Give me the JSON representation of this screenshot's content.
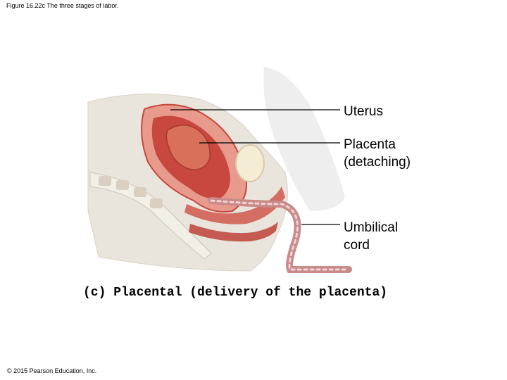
{
  "figure_title": "Figure 16.22c The three stages of labor.",
  "labels": {
    "uterus": "Uterus",
    "placenta_line1": "Placenta",
    "placenta_line2": "(detaching)",
    "cord_line1": "Umbilical",
    "cord_line2": "cord"
  },
  "caption": "(c) Placental (delivery of the placenta)",
  "copyright": "© 2015 Pearson Education, Inc.",
  "colors": {
    "tissue_bg": "#e9e4dc",
    "uterus_wall": "#e89a8c",
    "uterus_inner": "#c8473e",
    "placenta": "#d8705a",
    "cord": "#c98a8a",
    "spine": "#f2efe6",
    "leader": "#000000"
  }
}
